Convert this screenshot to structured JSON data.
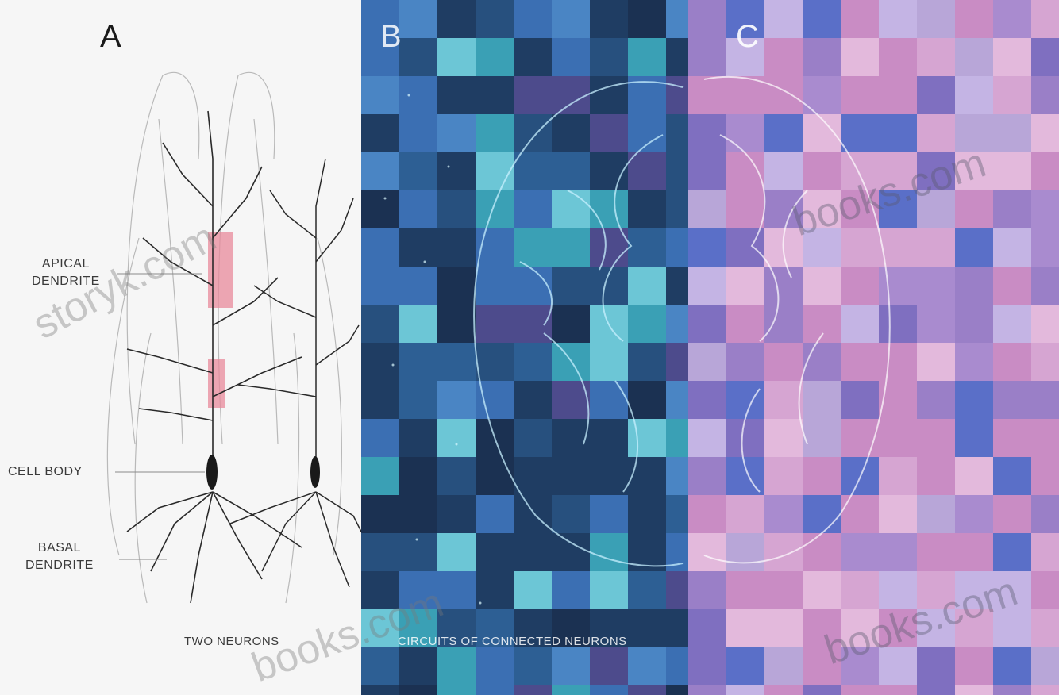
{
  "panel_a": {
    "letter": "A",
    "labels": {
      "apical_line1": "APICAL",
      "apical_line2": "DENDRITE",
      "cell_body": "CELL BODY",
      "basal_line1": "BASAL",
      "basal_line2": "DENDRITE"
    },
    "caption": "TWO NEURONS",
    "highlight_color": "#e8899b"
  },
  "panel_b": {
    "letter": "B",
    "caption": "CIRCUITS OF CONNECTED NEURONS",
    "colors": {
      "dark": "#1f3d63",
      "mid": "#3b6fb3",
      "glow": "#9fe3ee"
    }
  },
  "panel_c": {
    "letter": "C",
    "colors": {
      "pink": "#c98cc4",
      "lilac": "#b8a6d8",
      "blue": "#5a6fc8"
    }
  },
  "watermarks": [
    "storyk.com",
    "books.com",
    "books.com",
    "books.com"
  ]
}
